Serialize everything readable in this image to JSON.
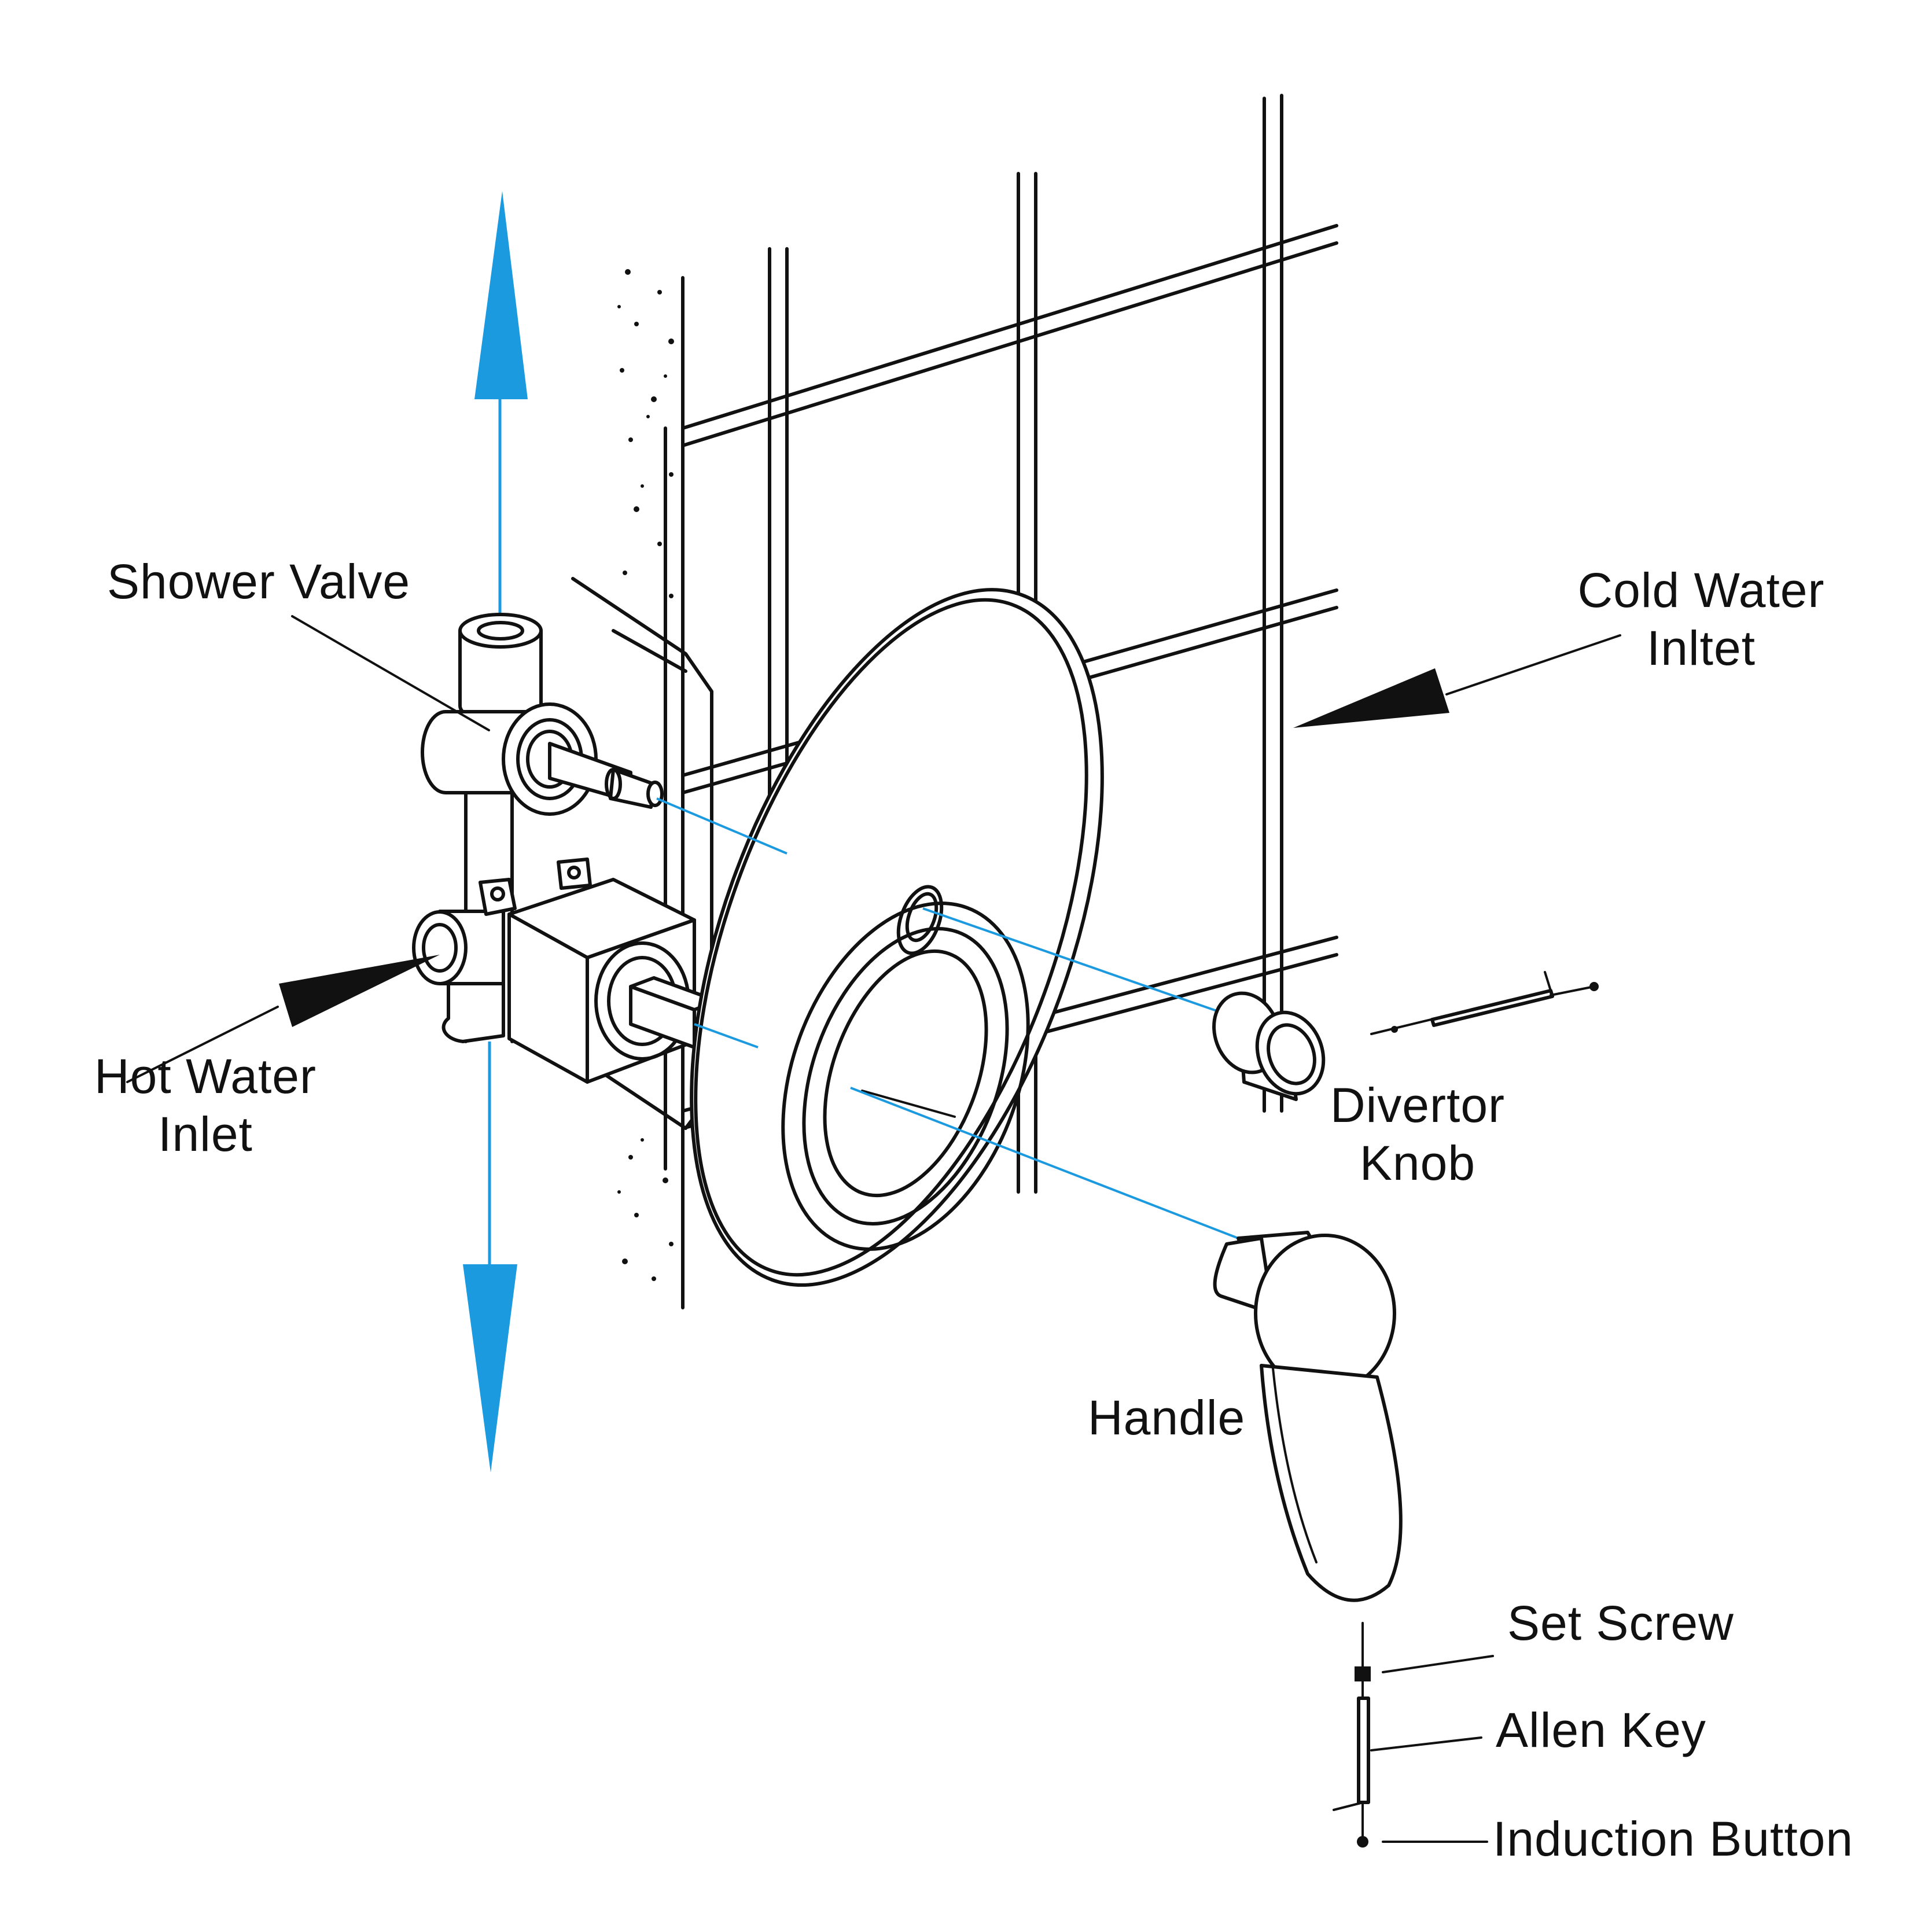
{
  "labels": {
    "shower_valve": "Shower Valve",
    "cold_water_line1": "Cold Water",
    "cold_water_line2": "Inltet",
    "hot_water_line1": "Hot Water",
    "hot_water_line2": "Inlet",
    "divertor_line1": "Divertor",
    "divertor_line2": "Knob",
    "handle": "Handle",
    "set_screw": "Set Screw",
    "allen_key": "Allen Key",
    "induction_button": "Induction Button"
  },
  "colors": {
    "flow_arrow": "#1b9ae0",
    "line_art": "#111111",
    "inlet_arrow": "#111111",
    "background": "#ffffff"
  }
}
